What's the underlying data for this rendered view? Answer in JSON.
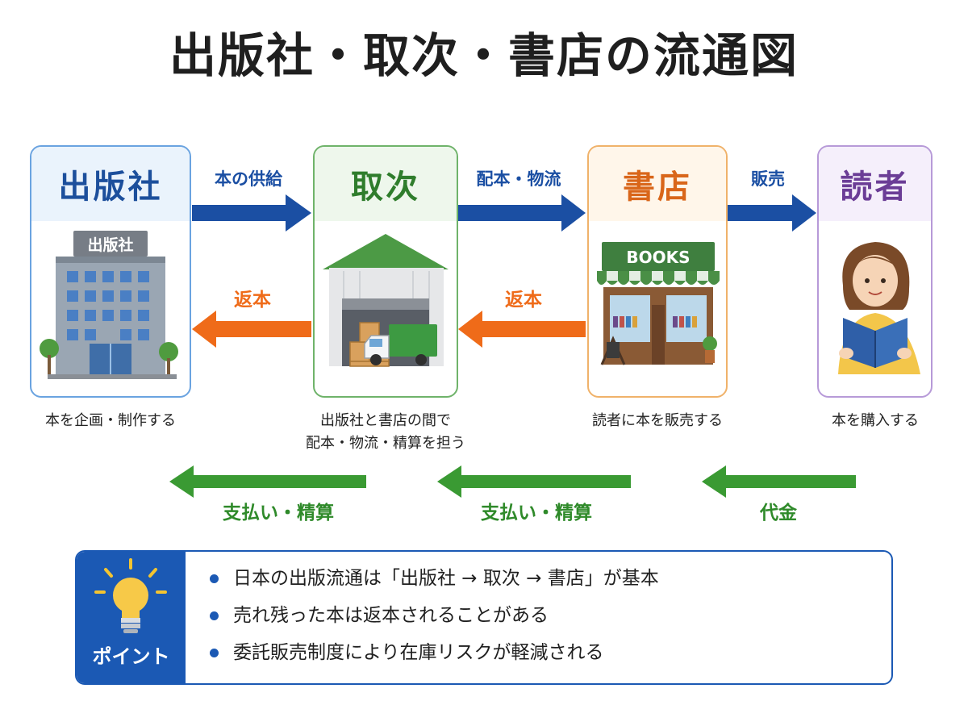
{
  "title": "出版社・取次・書店の流通図",
  "actors": [
    {
      "name": "出版社",
      "building_sign": "出版社",
      "description": "本を企画・制作する"
    },
    {
      "name": "取次",
      "description_lines": [
        "出版社と書店の間で",
        "配本・物流・精算を担う"
      ]
    },
    {
      "name": "書店",
      "sign": "BOOKS",
      "description": "読者に本を販売する"
    },
    {
      "name": "読者",
      "description": "本を購入する"
    }
  ],
  "flows": {
    "supply": "本の供給",
    "distribution": "配本・物流",
    "sales": "販売",
    "return_from_distributor": "返本",
    "return_from_bookstore": "返本",
    "payment_to_publisher": "支払い・精算",
    "payment_to_distributor": "支払い・精算",
    "payment_from_reader": "代金"
  },
  "point": {
    "label": "ポイント",
    "items": [
      "日本の出版流通は「出版社 → 取次 → 書店」が基本",
      "売れ残った本は返本されることがある",
      "委託販売制度により在庫リスクが軽減される"
    ]
  },
  "colors": {
    "forward_flow": "#1b4fa3",
    "return_flow": "#ef6b19",
    "payment_flow": "#2f8a2a",
    "accent": "#1b59b4"
  },
  "icons": [
    "office-building-icon",
    "warehouse-icon",
    "truck-icon",
    "bookstore-icon",
    "reader-icon",
    "lightbulb-icon"
  ]
}
